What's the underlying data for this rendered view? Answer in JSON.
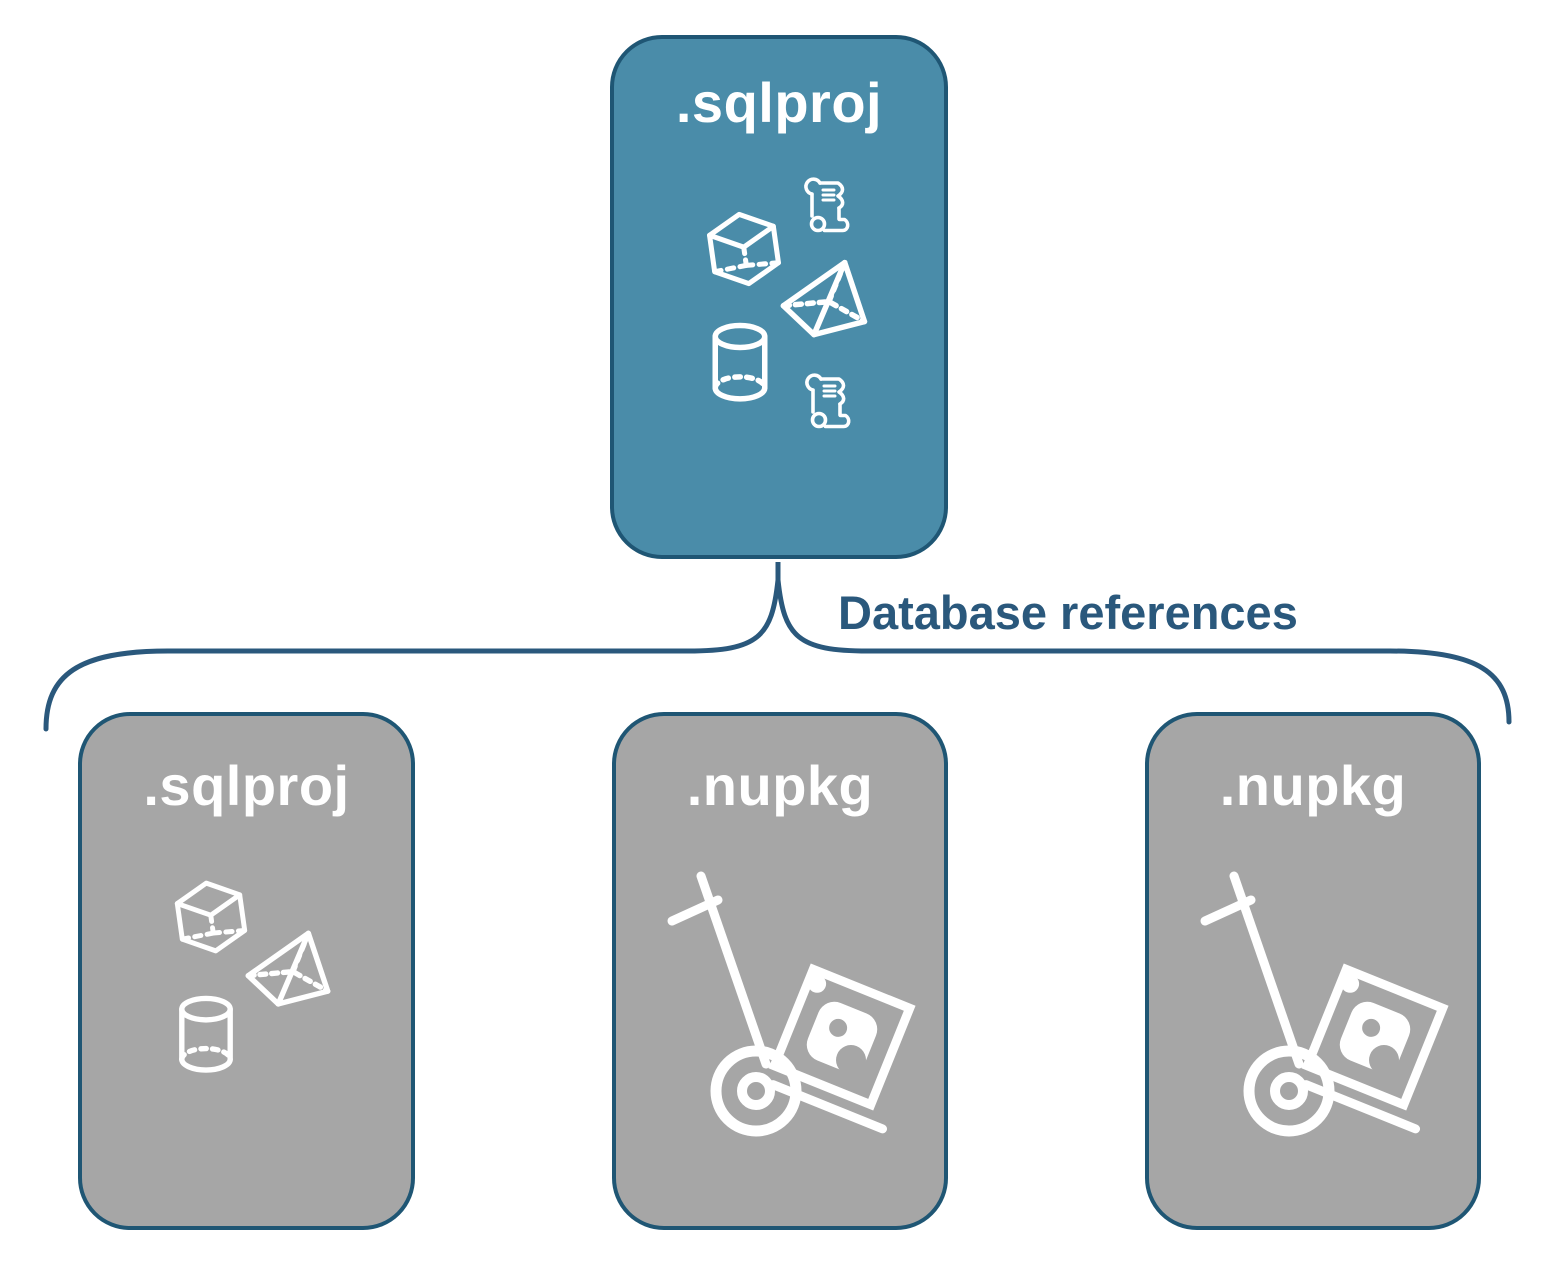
{
  "colors": {
    "teal": "#4a8ca9",
    "gray": "#a6a6a6",
    "navy-border": "#1f5674",
    "navy": "#2a587c",
    "white": "#ffffff"
  },
  "root_node": {
    "label": ".sqlproj",
    "icons": [
      "cube",
      "scroll",
      "pyramid",
      "cylinder",
      "scroll"
    ]
  },
  "connector": {
    "label": "Database references"
  },
  "child_nodes": [
    {
      "label": ".sqlproj",
      "icons": [
        "cube",
        "pyramid",
        "cylinder"
      ]
    },
    {
      "label": ".nupkg",
      "icons": [
        "nuget-hand-truck"
      ]
    },
    {
      "label": ".nupkg",
      "icons": [
        "nuget-hand-truck"
      ]
    }
  ]
}
